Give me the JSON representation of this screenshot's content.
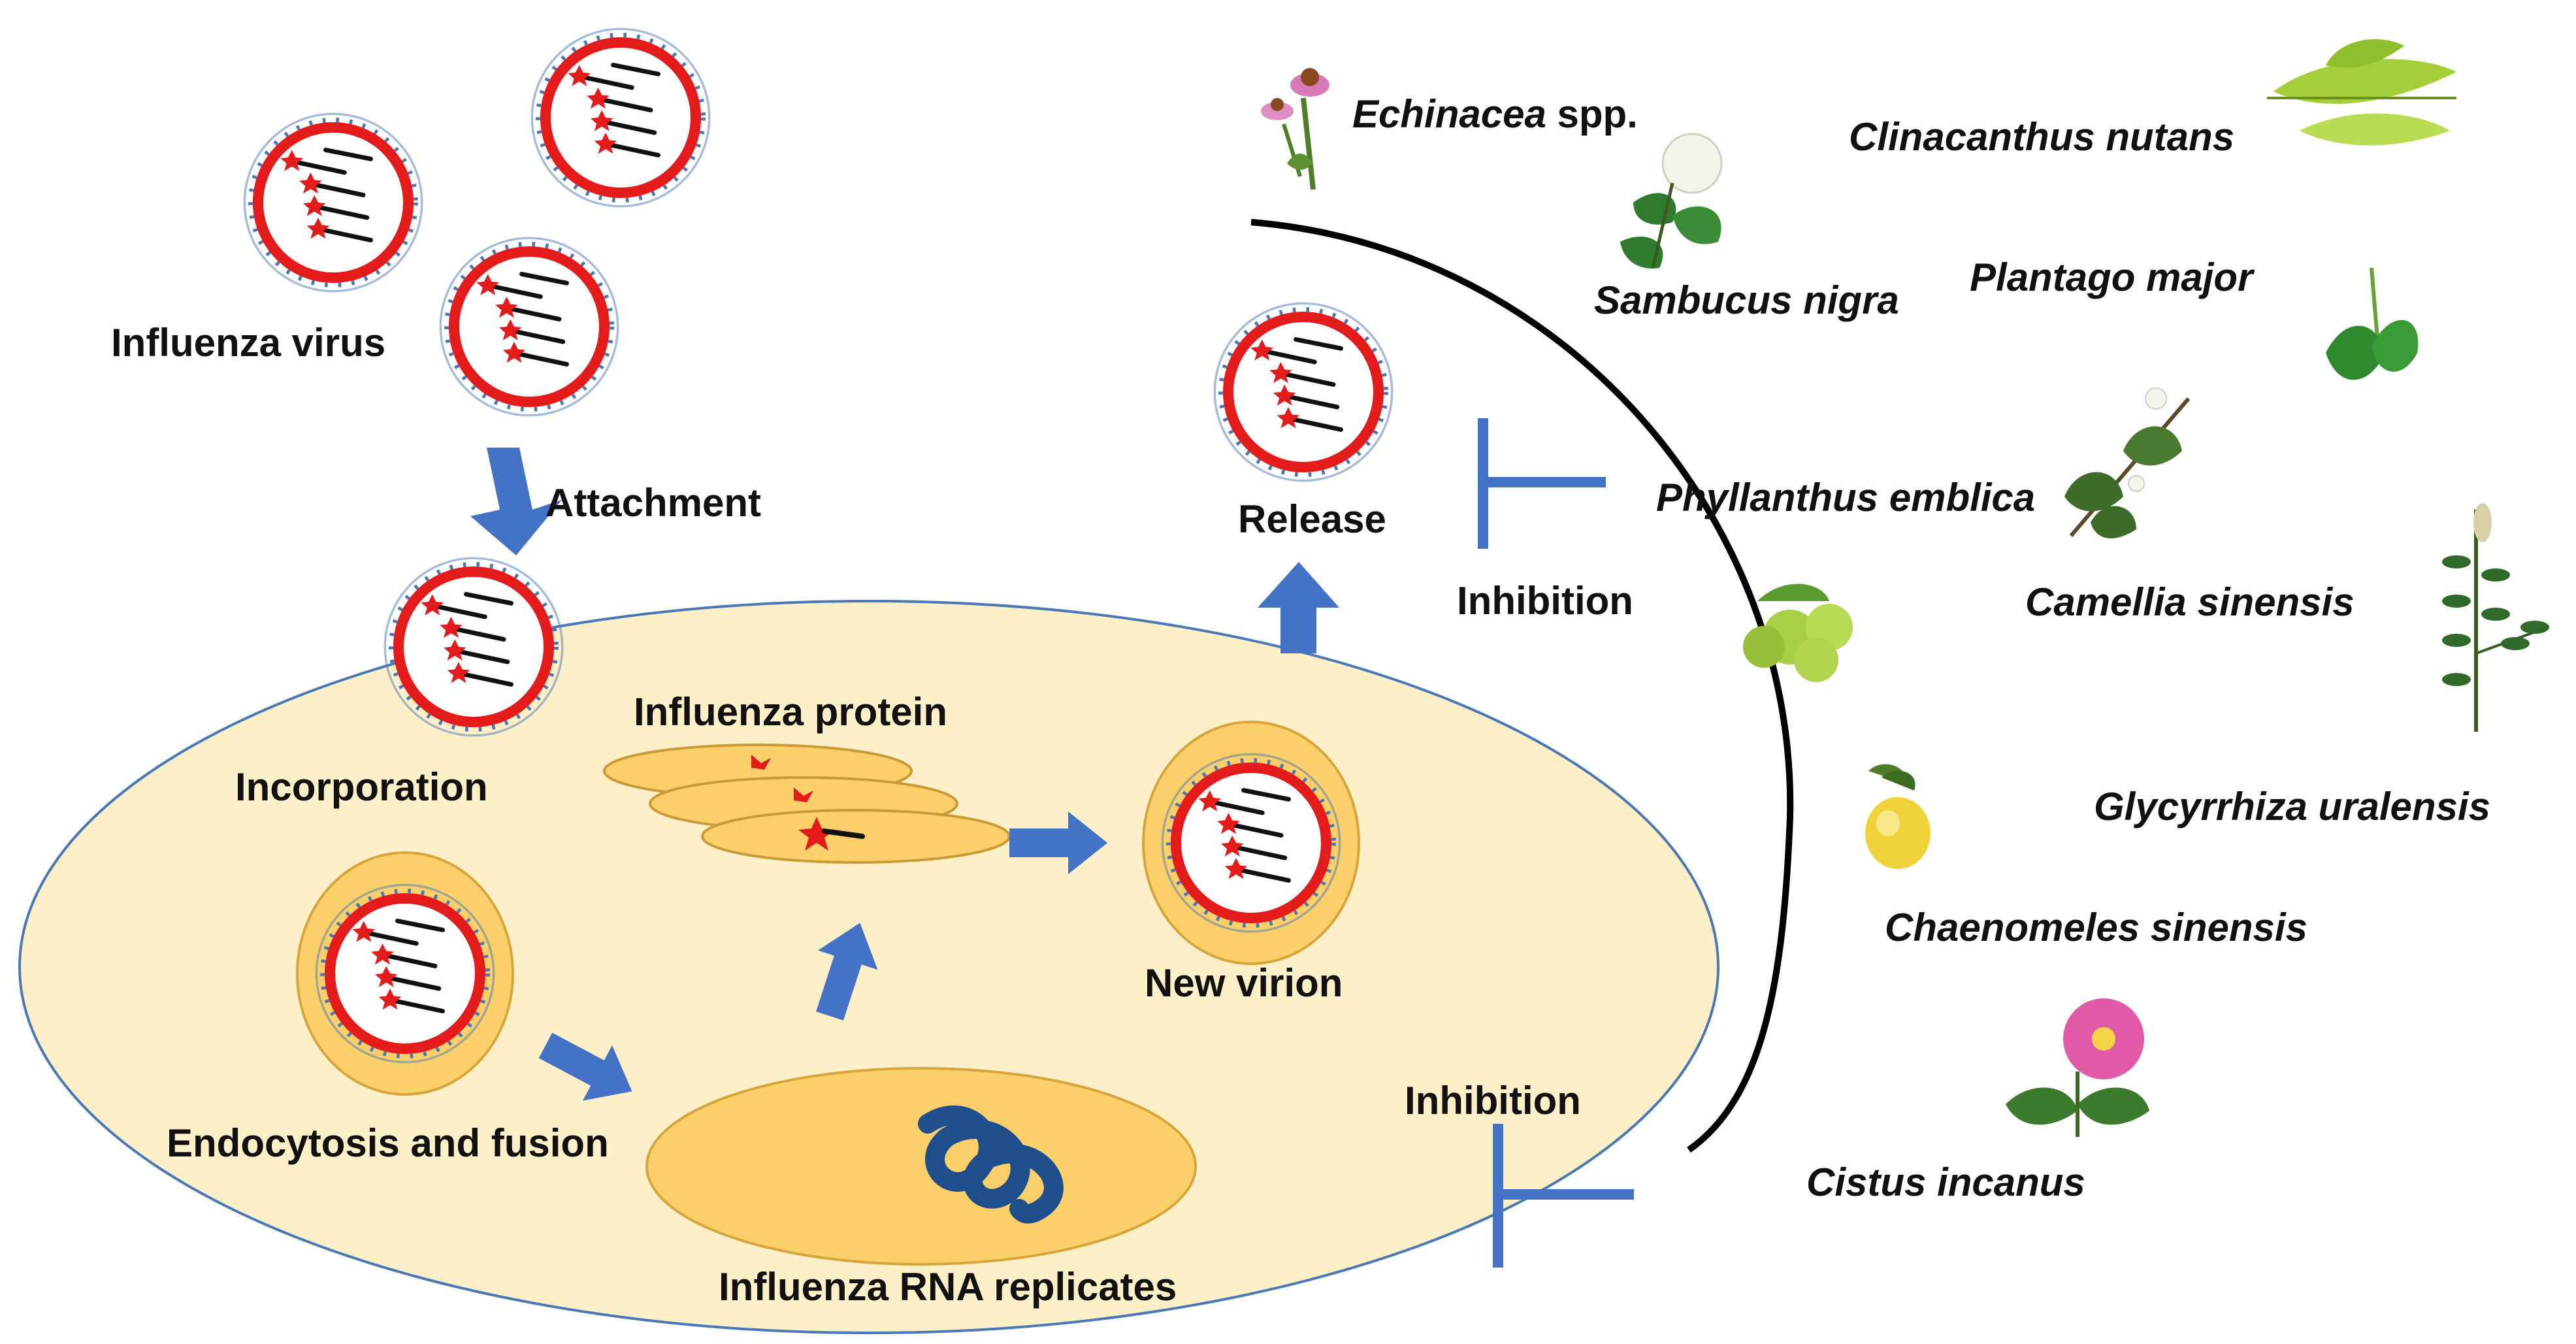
{
  "labels": {
    "influenza_virus": "Influenza virus",
    "attachment": "Attachment",
    "incorporation": "Incorporation",
    "influenza_protein": "Influenza protein",
    "endocytosis": "Endocytosis and fusion",
    "rna_replicates": "Influenza RNA replicates",
    "new_virion": "New virion",
    "release": "Release",
    "inhibition_top": "Inhibition",
    "inhibition_bottom": "Inhibition"
  },
  "plants": {
    "echinacea_name": "Echinacea",
    "echinacea_suffix": " spp.",
    "clinacanthus": "Clinacanthus nutans",
    "sambucus": "Sambucus nigra",
    "plantago": "Plantago major",
    "phyllanthus": "Phyllanthus emblica",
    "camellia": "Camellia sinensis",
    "glycyrrhiza": "Glycyrrhiza uralensis",
    "chaenomeles": "Chaenomeles sinensis",
    "cistus": "Cistus incanus"
  },
  "colors": {
    "cell_fill": "#fdefc8",
    "cell_stroke": "#4a78b5",
    "envelope": "#e31b1b",
    "spike": "#4a78b5",
    "arrow": "#4472c4",
    "organelle": "#fbd06a",
    "rna": "#1f4e8c"
  }
}
